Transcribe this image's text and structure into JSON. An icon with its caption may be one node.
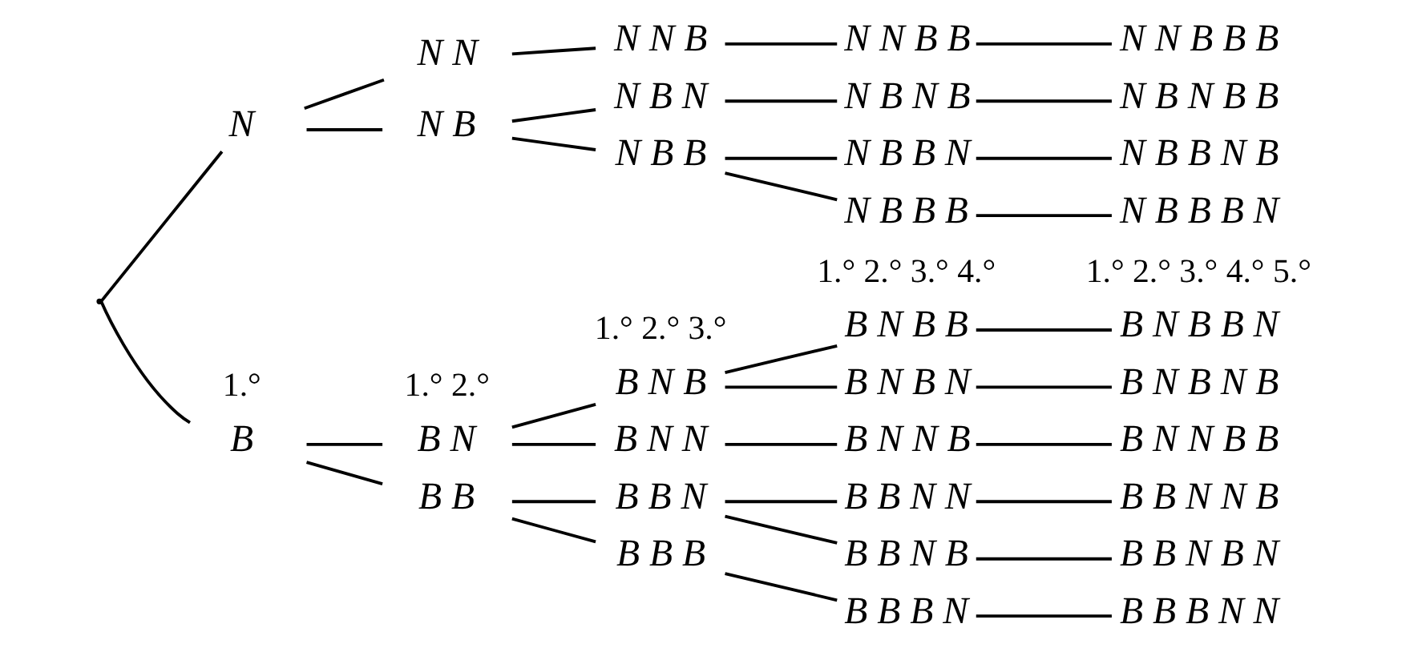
{
  "diagram": {
    "nodes": [
      {
        "text": [],
        "shape": "point"
      },
      {
        "text": [
          "B"
        ]
      },
      {
        "text": [
          "N"
        ]
      },
      {
        "text": [
          "B B"
        ]
      },
      {
        "text": [
          "B N"
        ]
      },
      {
        "text": [
          "N B"
        ]
      },
      {
        "text": [
          "N N"
        ]
      },
      {
        "text": [
          "B B B"
        ]
      },
      {
        "text": [
          "B B N"
        ]
      },
      {
        "text": [
          "B N B"
        ]
      },
      {
        "text": [
          "B N N"
        ]
      },
      {
        "text": [
          "N B B"
        ]
      },
      {
        "text": [
          "N B N"
        ]
      },
      {
        "text": [
          "N N B"
        ]
      },
      {
        "text": [
          "B B B N"
        ]
      },
      {
        "text": [
          "B B N B"
        ]
      },
      {
        "text": [
          "B B N N"
        ]
      },
      {
        "text": [
          "B N B B"
        ]
      },
      {
        "text": [
          "B N B N"
        ]
      },
      {
        "text": [
          "B N N B"
        ]
      },
      {
        "text": [
          "N B B B"
        ]
      },
      {
        "text": [
          "N B B N"
        ]
      },
      {
        "text": [
          "N B N B"
        ]
      },
      {
        "text": [
          "N N B B"
        ]
      },
      {
        "text": [
          "B B B N N"
        ]
      },
      {
        "text": [
          "B B N B N"
        ]
      },
      {
        "text": [
          "B B N N B"
        ]
      },
      {
        "text": [
          "B N B B N"
        ]
      },
      {
        "text": [
          "B N B N B"
        ]
      },
      {
        "text": [
          "B N N B B"
        ]
      },
      {
        "text": [
          "N B B B N"
        ]
      },
      {
        "text": [
          "N B B N B"
        ]
      },
      {
        "text": [
          "N B N B B"
        ]
      },
      {
        "text": [
          "N N B B B"
        ]
      }
    ],
    "edges": [
      {
        "from": 0,
        "to": 1,
        "arrow": "none"
      },
      {
        "from": 0,
        "to": 2,
        "arrow": "none"
      },
      {
        "from": 1,
        "to": 3,
        "arrow": "none"
      },
      {
        "from": 1,
        "to": 4,
        "arrow": "none"
      },
      {
        "from": 2,
        "to": 5,
        "arrow": "none"
      },
      {
        "from": 2,
        "to": 6,
        "arrow": "none"
      },
      {
        "from": 3,
        "to": 7,
        "arrow": "none"
      },
      {
        "from": 3,
        "to": 8,
        "arrow": "none"
      },
      {
        "from": 4,
        "to": 9,
        "arrow": "none"
      },
      {
        "from": 4,
        "to": 10,
        "arrow": "none"
      },
      {
        "from": 5,
        "to": 11,
        "arrow": "none"
      },
      {
        "from": 5,
        "to": 12,
        "arrow": "none"
      },
      {
        "from": 6,
        "to": 13,
        "arrow": "none"
      },
      {
        "from": 7,
        "to": 14,
        "arrow": "none"
      },
      {
        "from": 8,
        "to": 15,
        "arrow": "none"
      },
      {
        "from": 8,
        "to": 16,
        "arrow": "none"
      },
      {
        "from": 9,
        "to": 17,
        "arrow": "none"
      },
      {
        "from": 9,
        "to": 18,
        "arrow": "none"
      },
      {
        "from": 10,
        "to": 19,
        "arrow": "none"
      },
      {
        "from": 11,
        "to": 20,
        "arrow": "none"
      },
      {
        "from": 11,
        "to": 21,
        "arrow": "none"
      },
      {
        "from": 12,
        "to": 22,
        "arrow": "none"
      },
      {
        "from": 13,
        "to": 23,
        "arrow": "none"
      },
      {
        "from": 14,
        "to": 24,
        "arrow": "none"
      },
      {
        "from": 15,
        "to": 25,
        "arrow": "none"
      },
      {
        "from": 16,
        "to": 26,
        "arrow": "none"
      },
      {
        "from": 17,
        "to": 27,
        "arrow": "none"
      },
      {
        "from": 18,
        "to": 28,
        "arrow": "none"
      },
      {
        "from": 19,
        "to": 29,
        "arrow": "none"
      },
      {
        "from": 20,
        "to": 30,
        "arrow": "none"
      },
      {
        "from": 21,
        "to": 31,
        "arrow": "none"
      },
      {
        "from": 22,
        "to": 32,
        "arrow": "none"
      },
      {
        "from": 23,
        "to": 33,
        "arrow": "none"
      }
    ],
    "labels": [
      "1.°",
      "1.° 2.°",
      "1.° 2.° 3.°",
      "1.° 2.° 3.° 4.°",
      "1.° 2.° 3.° 4.° 5.°"
    ]
  }
}
